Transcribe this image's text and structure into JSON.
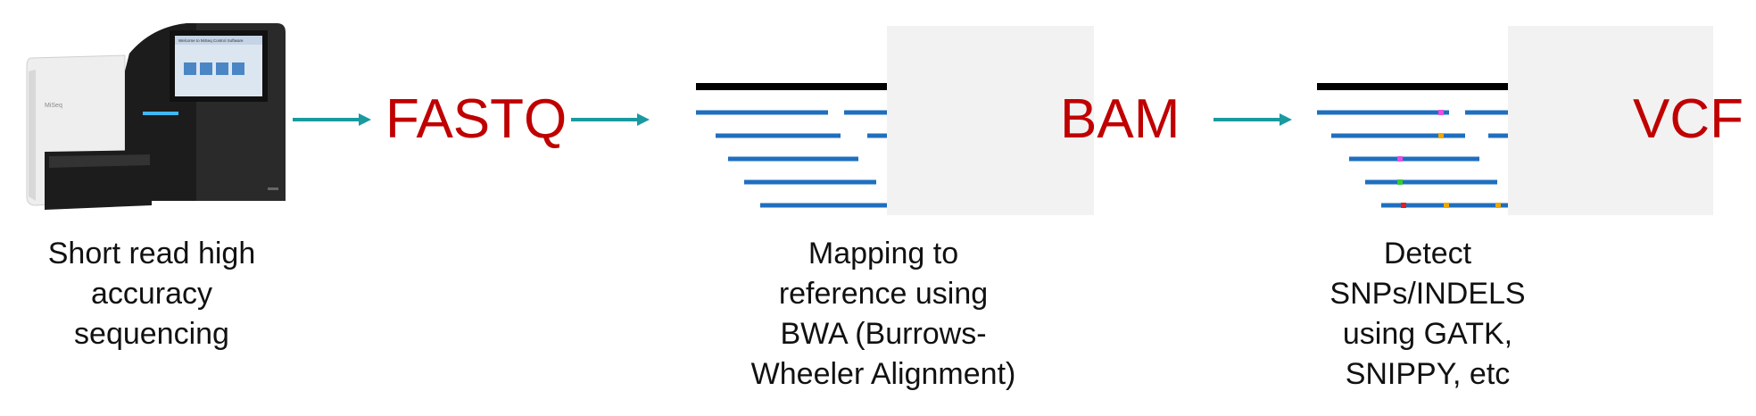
{
  "machine": {
    "screen_title": "Welcome to MiSeq Control Software",
    "brand": "MiSeq"
  },
  "formats": {
    "fastq": "FASTQ",
    "bam": "BAM",
    "vcf": "VCF"
  },
  "captions": {
    "sequencing": "Short read high\naccuracy\nsequencing",
    "mapping": "Mapping to\nreference using\nBWA (Burrows-\nWheeler Alignment)",
    "detect": "Detect\nSNPs/INDELS\nusing GATK,\nSNIPPY, etc"
  },
  "colors": {
    "arrow": "#1a9aa0",
    "format_text": "#c00000",
    "reference": "#000000",
    "read": "#1f6fbf",
    "variants": [
      "#e84fe0",
      "#f0a800",
      "#33cc33",
      "#e02020"
    ]
  },
  "icons": {
    "arrow": "arrow-right-icon",
    "sequencer": "sequencer-machine-icon"
  }
}
